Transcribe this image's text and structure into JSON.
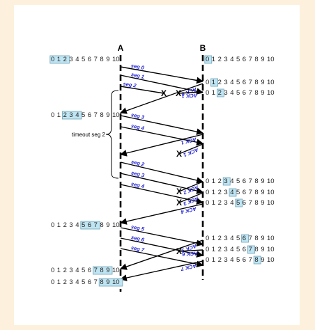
{
  "diagram": {
    "label_a": "A",
    "label_b": "B",
    "timeout_label": "timeout seg 2",
    "lost_marker": "X",
    "seq_numbers": [
      "0",
      "1",
      "2",
      "3",
      "4",
      "5",
      "6",
      "7",
      "8",
      "9",
      "10"
    ],
    "colors": {
      "line": "#000000",
      "label": "#1f1fd6",
      "window": "#bfe5f3",
      "window_border": "#6fa3b8",
      "background": "#fdf1dd"
    },
    "sender_windows": [
      {
        "highlight": [
          0,
          1,
          2
        ]
      },
      {
        "highlight": [
          2,
          3,
          4
        ]
      },
      {
        "highlight": [
          5,
          6,
          7
        ]
      },
      {
        "highlight": [
          7,
          8,
          9
        ]
      },
      {
        "highlight": [
          8,
          9,
          10
        ]
      }
    ],
    "receiver_states": [
      {
        "highlight": [
          0
        ]
      },
      {
        "highlight": [
          1
        ]
      },
      {
        "highlight": [
          2
        ]
      },
      {
        "highlight": [
          3
        ]
      },
      {
        "highlight": [
          4
        ]
      },
      {
        "highlight": [
          5
        ]
      },
      {
        "highlight": [
          6
        ]
      },
      {
        "highlight": [
          7
        ]
      },
      {
        "highlight": [
          8
        ]
      }
    ],
    "data_segments": [
      {
        "label": "seg 0",
        "lost": false
      },
      {
        "label": "seg 1",
        "lost": false
      },
      {
        "label": "seg 2",
        "lost": true
      },
      {
        "label": "seg 3",
        "lost": false
      },
      {
        "label": "seg 4",
        "lost": false
      },
      {
        "label": "seg 2",
        "lost": false
      },
      {
        "label": "seg 3",
        "lost": false
      },
      {
        "label": "seg 4",
        "lost": false
      },
      {
        "label": "seg 5",
        "lost": false
      },
      {
        "label": "seg 6",
        "lost": false
      },
      {
        "label": "seg 7",
        "lost": false
      }
    ],
    "acks": [
      {
        "label": "ACK 0",
        "lost": false
      },
      {
        "label": "ACK 1",
        "lost": true
      },
      {
        "label": "ACK 1",
        "lost": false
      },
      {
        "label": "ACK 1",
        "lost": true
      },
      {
        "label": "ACK 2",
        "lost": true
      },
      {
        "label": "ACK 3",
        "lost": true
      },
      {
        "label": "ACK 4",
        "lost": false
      },
      {
        "label": "ACK 5",
        "lost": false
      },
      {
        "label": "ACK 6",
        "lost": true
      },
      {
        "label": "ACK 7",
        "lost": false
      }
    ]
  }
}
